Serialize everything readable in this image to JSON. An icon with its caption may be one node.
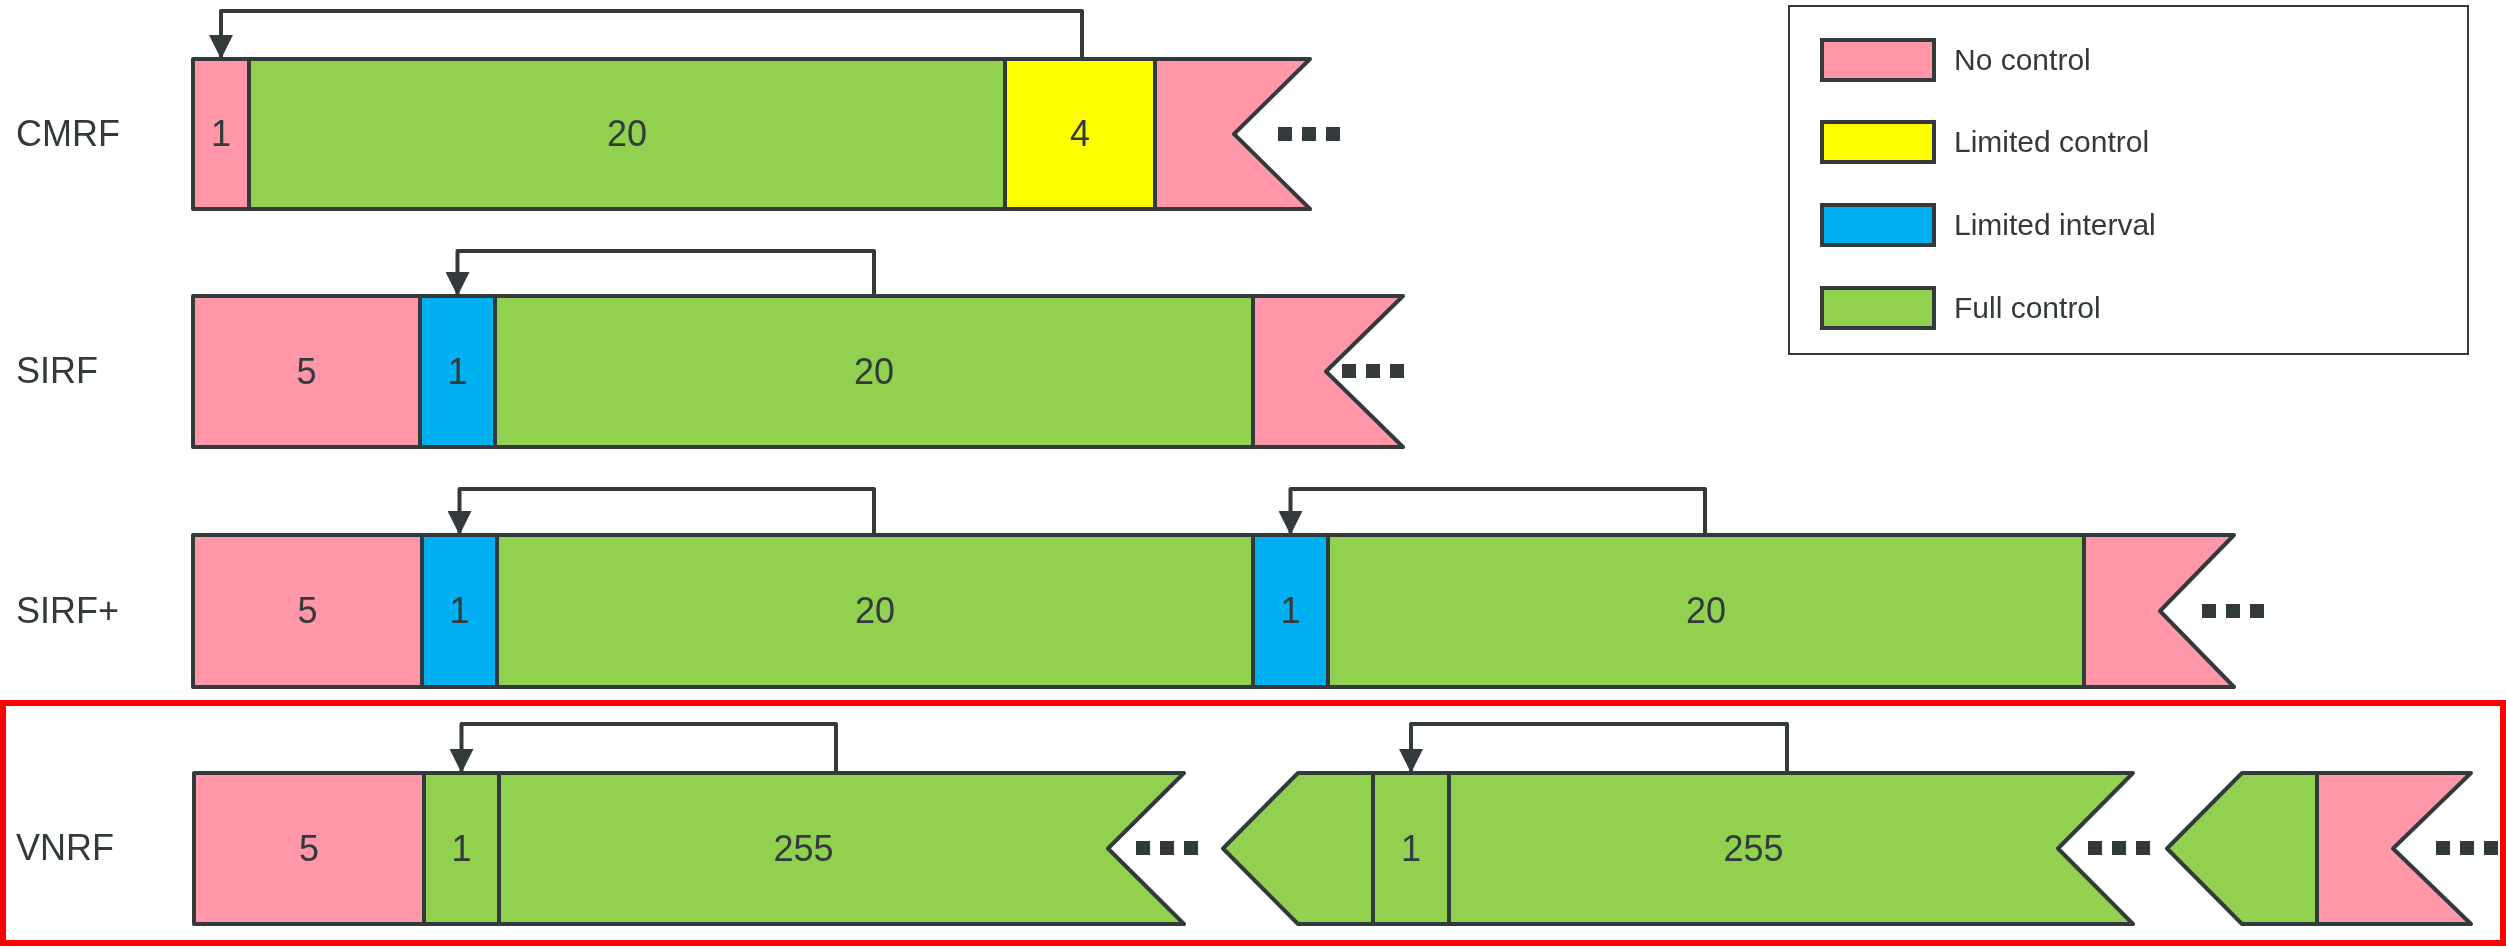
{
  "diagram": {
    "nodes": [
      {
        "text": [
          "1"
        ]
      },
      {
        "text": [
          "20"
        ]
      },
      {
        "text": [
          "4"
        ]
      },
      {
        "text": [],
        "shape": "flag"
      },
      {
        "text": [
          "5"
        ]
      },
      {
        "text": [
          "1"
        ]
      },
      {
        "text": [
          "20"
        ]
      },
      {
        "text": [],
        "shape": "flag"
      },
      {
        "text": [
          "5"
        ]
      },
      {
        "text": [
          "1"
        ]
      },
      {
        "text": [
          "20"
        ]
      },
      {
        "text": [
          "1"
        ]
      },
      {
        "text": [
          "20"
        ]
      },
      {
        "text": [],
        "shape": "flag"
      },
      {
        "text": [
          "VNRF"
        ]
      },
      {
        "text": [
          "5"
        ],
        "in": 14
      },
      {
        "text": [
          "1"
        ],
        "in": 14
      },
      {
        "text": [
          "255"
        ],
        "in": 14
      },
      {
        "text": [],
        "shape": "pentagon",
        "in": 14
      },
      {
        "text": [
          "1"
        ],
        "in": 14
      },
      {
        "text": [
          "255"
        ],
        "in": 14
      },
      {
        "text": [],
        "shape": "pentagon",
        "in": 14
      },
      {
        "text": [],
        "shape": "flag",
        "in": 14
      }
    ],
    "edges": [
      {
        "from": 2,
        "to": 0,
        "arrow": "to"
      },
      {
        "from": 6,
        "to": 5,
        "arrow": "to"
      },
      {
        "from": 10,
        "to": 9,
        "arrow": "to"
      },
      {
        "from": 12,
        "to": 11,
        "arrow": "to"
      },
      {
        "from": 17,
        "to": 16,
        "arrow": "to"
      },
      {
        "from": 20,
        "to": 19,
        "arrow": "to"
      }
    ],
    "labels": [
      "CMRF",
      "SIRF",
      "SIRF+"
    ],
    "legend": [
      {
        "text": "No control",
        "color": "#ff97a8"
      },
      {
        "text": "Limited control",
        "color": "#ffff00"
      },
      {
        "text": "Limited interval",
        "color": "#00b0f0"
      },
      {
        "text": "Full control",
        "color": "#92d050"
      }
    ]
  }
}
